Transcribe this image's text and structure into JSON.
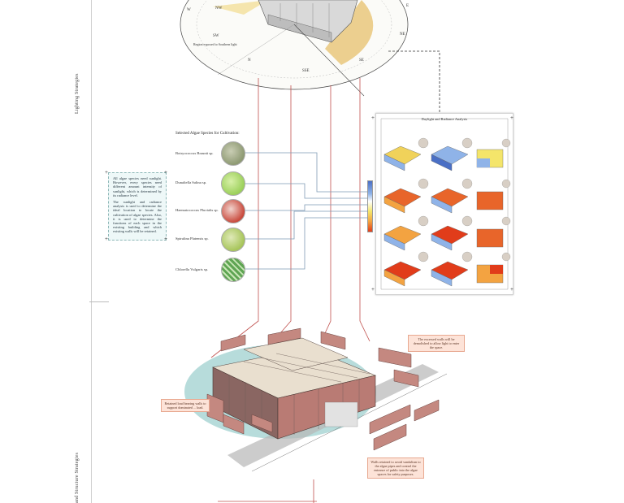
{
  "side_labels": {
    "lighting": "Lighting Strategies",
    "structure": "and Structure Strategies"
  },
  "sun_diagram": {
    "region_label": "Region exposed to Southern light",
    "compass": [
      "N",
      "NE",
      "E",
      "SE",
      "SSE",
      "SW",
      "W",
      "NW"
    ]
  },
  "species": {
    "title": "Selected Algae Species for Cultivation:",
    "items": [
      {
        "label": "Botryococcus Braunii sp.",
        "color": "#8e9a73"
      },
      {
        "label": "Dunaliella Salina sp.",
        "color": "#9bd05a"
      },
      {
        "label": "Haematococcus Pluvialis sp.",
        "color": "#c94a3d"
      },
      {
        "label": "Spirulina Platensis sp.",
        "color": "#a7c55a"
      },
      {
        "label": "Chlorella Vulgaris sp.",
        "color": "#5fa553"
      }
    ]
  },
  "info_box": {
    "para1": "All algae species need sunlight. However, every species need different amount intensity of sunlight, which is determined by its radiance level.",
    "para2": "The sunlight and radiance analysis is used to determine the ideal location to locate the cultivation of algae species. Also, it is used to determine the functions of each space in the existing building and which existing walls will be retained."
  },
  "analysis_panel": {
    "title": "Daylight and Radiance Analysis"
  },
  "notes": {
    "demolish": "The excessed walls will be demolished to allow light to enter the space.",
    "retain": "Retained load bearing walls to support dominated ... load.",
    "walls": "Walls retained to avoid vandalism to the algae pipes and control the entrance of public into the algae spaces for safety purposes."
  },
  "colors": {
    "accent": "#c0504d",
    "species_line": "#7f9bb5",
    "water": "#9fd0cf",
    "brick": "#b97b74",
    "beige": "#e9dfcf"
  }
}
